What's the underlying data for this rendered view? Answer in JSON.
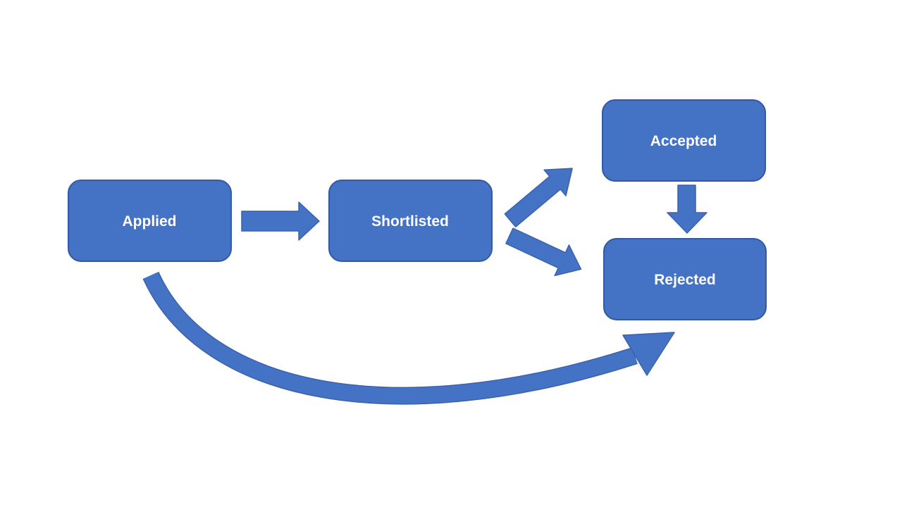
{
  "diagram": {
    "type": "flowchart",
    "background": "#FFFFFF",
    "colors": {
      "shape_fill": "#4472C4",
      "shape_border": "#35599F",
      "label_text": "#FFFFFF"
    },
    "nodes": [
      {
        "id": "applied",
        "label": "Applied"
      },
      {
        "id": "shortlisted",
        "label": "Shortlisted"
      },
      {
        "id": "accepted",
        "label": "Accepted"
      },
      {
        "id": "rejected",
        "label": "Rejected"
      }
    ],
    "edges": [
      {
        "from": "applied",
        "to": "shortlisted",
        "style": "straight-block-arrow"
      },
      {
        "from": "shortlisted",
        "to": "accepted",
        "style": "diagonal-block-arrow-up"
      },
      {
        "from": "shortlisted",
        "to": "rejected",
        "style": "diagonal-block-arrow-down"
      },
      {
        "from": "accepted",
        "to": "rejected",
        "style": "vertical-block-arrow"
      },
      {
        "from": "applied",
        "to": "rejected",
        "style": "curved-arrow"
      }
    ]
  }
}
